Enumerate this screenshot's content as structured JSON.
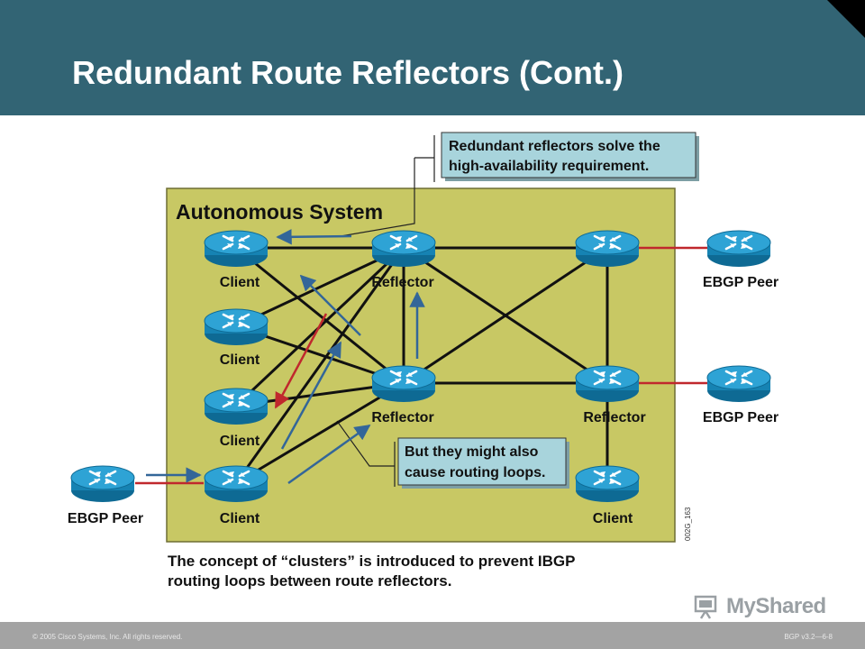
{
  "slide": {
    "title": "Redundant Route Reflectors (Cont.)"
  },
  "diagram": {
    "as_label": "Autonomous System",
    "figure_id": "002G_163",
    "nodes": [
      {
        "id": "client1",
        "label": "Client"
      },
      {
        "id": "client2",
        "label": "Client"
      },
      {
        "id": "client3",
        "label": "Client"
      },
      {
        "id": "client4",
        "label": "Client"
      },
      {
        "id": "reflector1",
        "label": "Reflector"
      },
      {
        "id": "reflector2",
        "label": "Reflector"
      },
      {
        "id": "reflector3",
        "label": "Reflector"
      },
      {
        "id": "router_top_right",
        "label": ""
      },
      {
        "id": "client_right",
        "label": "Client"
      },
      {
        "id": "ebgp1",
        "label": "EBGP Peer"
      },
      {
        "id": "ebgp2",
        "label": "EBGP Peer"
      },
      {
        "id": "ebgp3",
        "label": "EBGP Peer"
      }
    ],
    "callouts": {
      "top": [
        "Redundant reflectors solve the",
        "high-availability requirement."
      ],
      "middle": [
        "But they might also",
        "cause routing loops."
      ]
    },
    "caption": [
      "The concept of “clusters” is introduced to prevent IBGP",
      "routing loops between route reflectors."
    ],
    "colors": {
      "as_fill": "#c8c864",
      "callout_fill": "#a8d4dc",
      "router_body": "#1a8fc0",
      "ebgp_link": "#c0282d",
      "update_arrow": "#336699",
      "loop_arrow": "#c0282d"
    }
  },
  "footer": {
    "copyright": "© 2005 Cisco Systems, Inc. All rights reserved.",
    "course": "BGP v3.2—6-8",
    "watermark": "MyShared"
  }
}
